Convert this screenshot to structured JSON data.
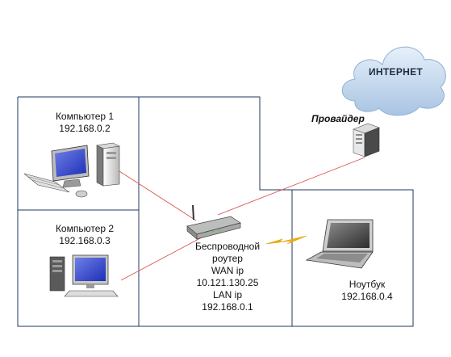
{
  "internet": {
    "label": "ИНТЕРНЕТ"
  },
  "provider": {
    "label": "Провайдер"
  },
  "computer1": {
    "name": "Компьютер 1",
    "ip": "192.168.0.2"
  },
  "computer2": {
    "name": "Компьютер 2",
    "ip": "192.168.0.3"
  },
  "router": {
    "line1": "Беспроводной",
    "line2": "роутер",
    "line3": "WAN ip",
    "line4": "10.121.130.25",
    "line5": "LAN ip",
    "line6": "192.168.0.1"
  },
  "laptop": {
    "name": "Ноутбук",
    "ip": "192.168.0.4"
  },
  "colors": {
    "border": "#1f3a5f",
    "cable": "#d9534f",
    "wireless": "#f0b000",
    "cloud": "#c5dbef"
  }
}
